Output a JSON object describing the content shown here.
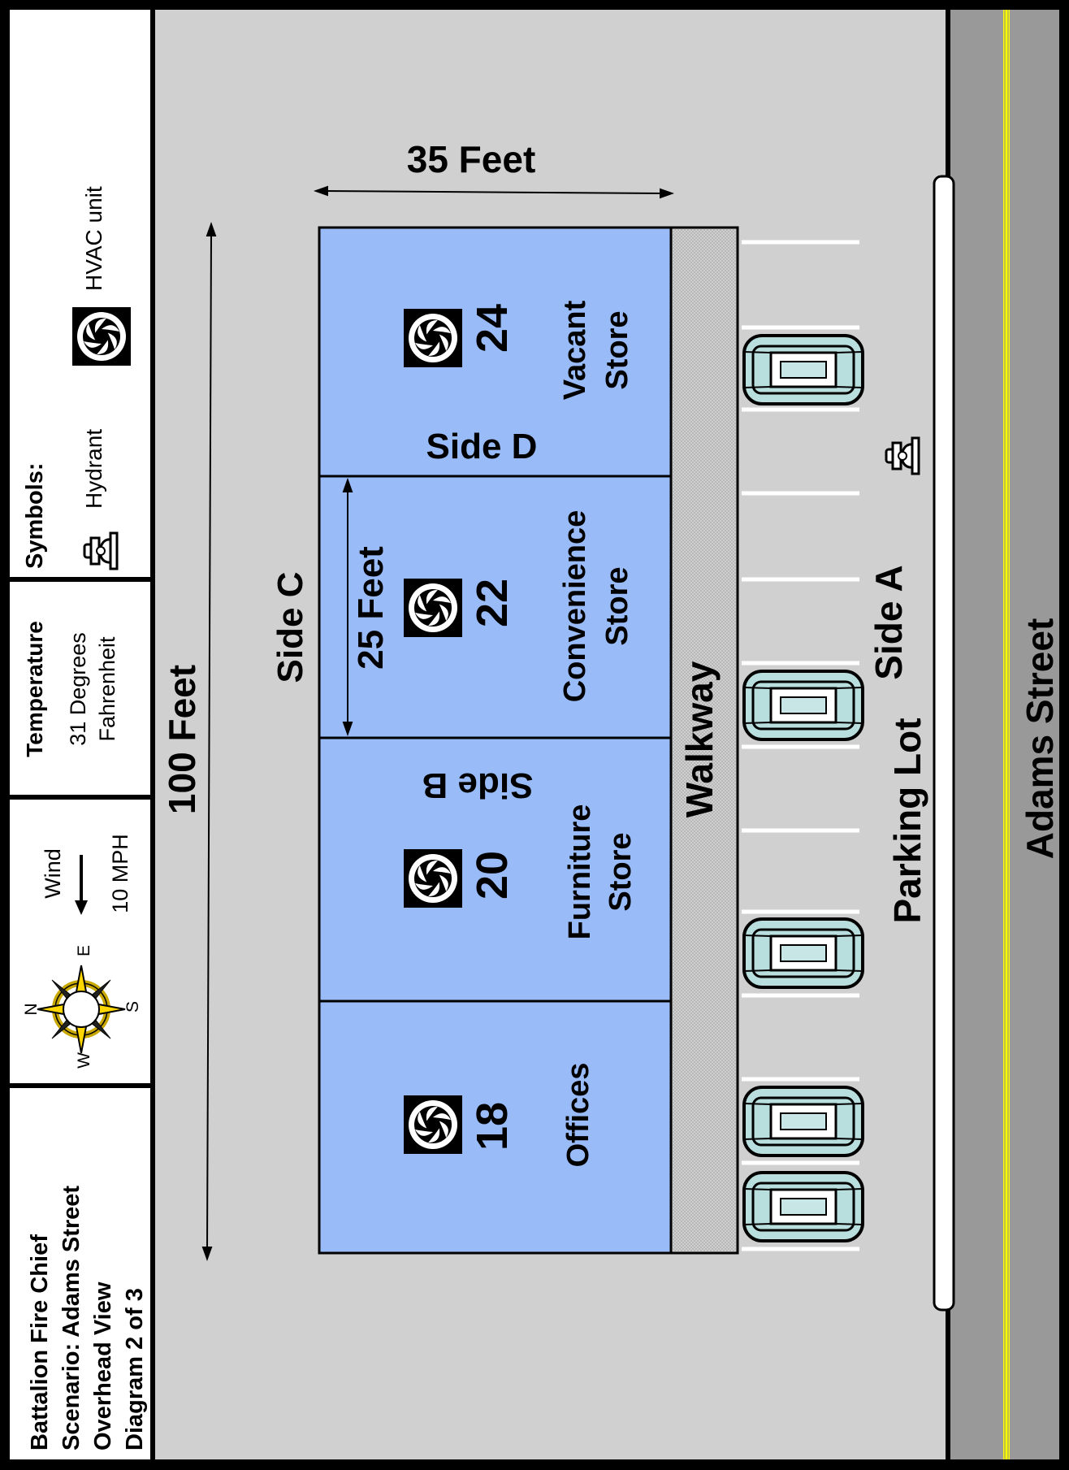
{
  "legend": {
    "title_lines": [
      "Battalion Fire Chief",
      "Scenario: Adams Street",
      "Overhead View",
      "Diagram 2 of 3"
    ],
    "compass": {
      "n": "N",
      "e": "E",
      "s": "S",
      "w": "W"
    },
    "wind": {
      "label": "Wind",
      "speed": "10 MPH"
    },
    "temperature": {
      "label": "Temperature",
      "value_line1": "31 Degrees",
      "value_line2": "Fahrenheit"
    },
    "symbols": {
      "title": "Symbols:",
      "hydrant": "Hydrant",
      "hvac": "HVAC unit"
    }
  },
  "diagram": {
    "street_name": "Adams Street",
    "parking_lot": "Parking Lot",
    "walkway": "Walkway",
    "sides": {
      "a": "Side A",
      "b": "Side B",
      "c": "Side C",
      "d": "Side D"
    },
    "dimensions": {
      "length": "100 Feet",
      "depth": "35 Feet",
      "unit_width": "25 Feet"
    },
    "units": [
      {
        "number": "18",
        "name_line1": "Offices",
        "name_line2": ""
      },
      {
        "number": "20",
        "name_line1": "Furniture",
        "name_line2": "Store"
      },
      {
        "number": "22",
        "name_line1": "Convenience",
        "name_line2": "Store"
      },
      {
        "number": "24",
        "name_line1": "Vacant",
        "name_line2": "Store"
      }
    ]
  },
  "colors": {
    "ground": "#d0d0d0",
    "building": "#99bbf7",
    "street": "#999999",
    "center_line": "#ffff00",
    "walkway": "#c6c6c6",
    "car_body": "#b9dede"
  }
}
